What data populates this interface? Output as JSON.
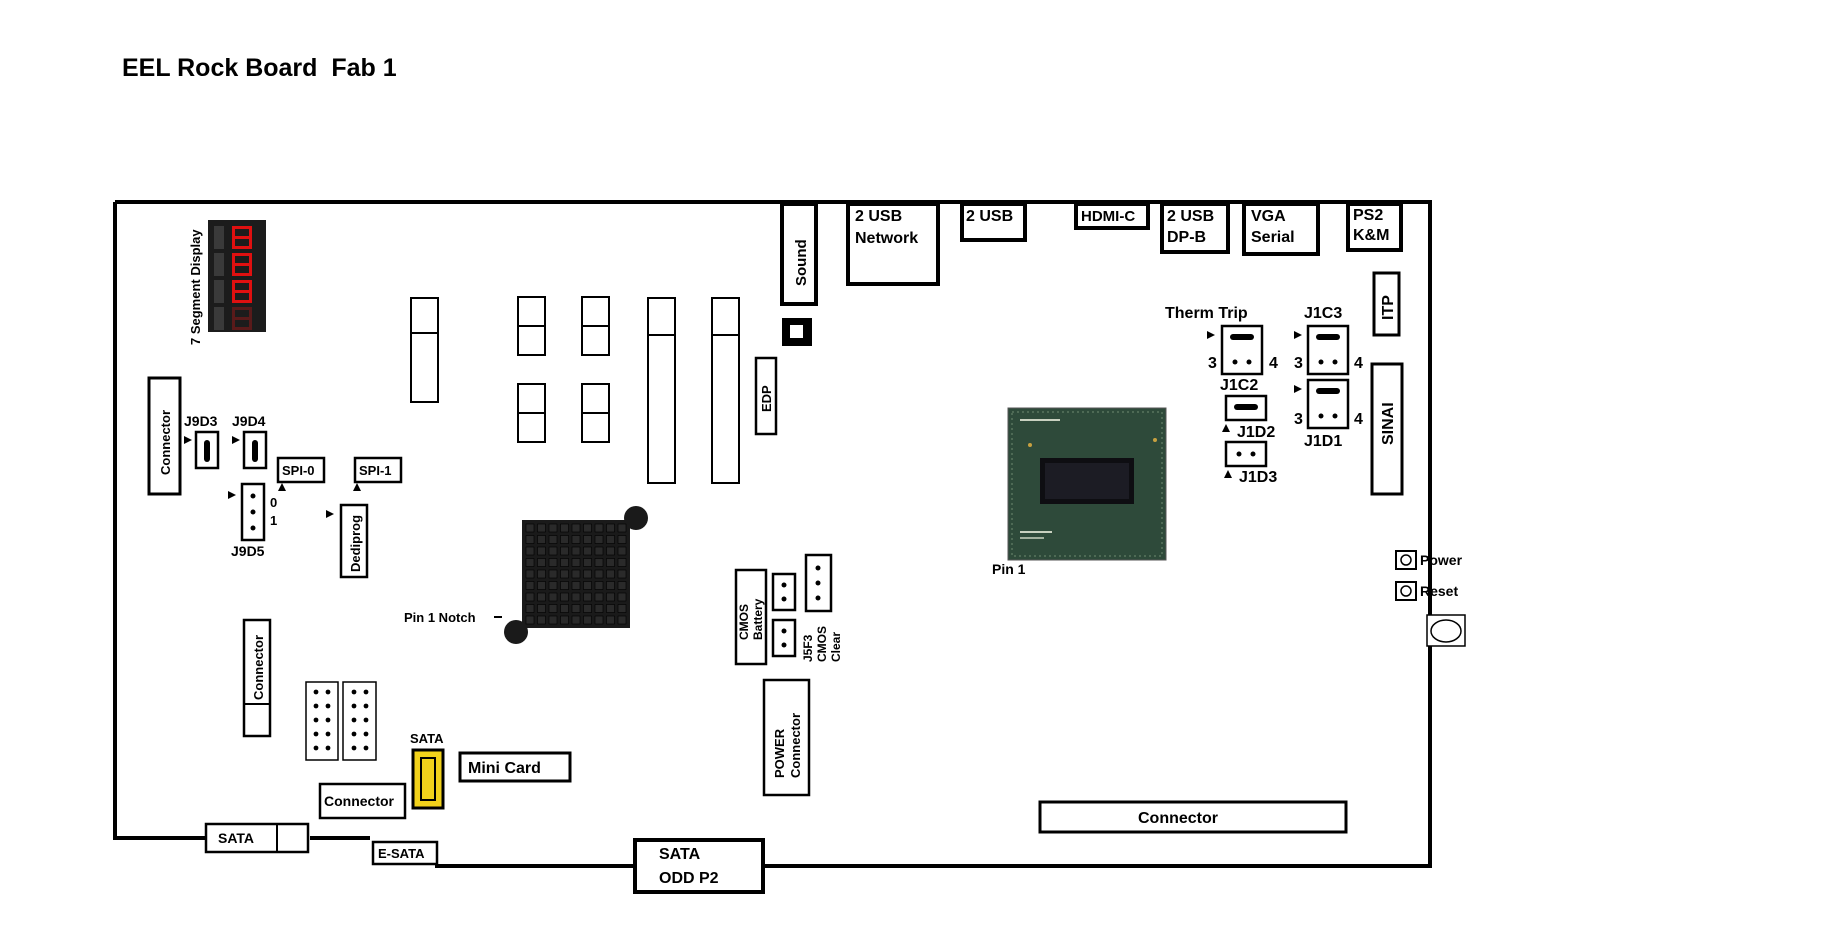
{
  "title": "EEL Rock Board  Fab 1",
  "labels": {
    "seven_segment": "7 Segment Display",
    "sound": "Sound",
    "usb_network_1": "2 USB",
    "usb_network_2": "Network",
    "usb_2": "2 USB",
    "hdmi_c": "HDMI-C",
    "usb_dp_1": "2 USB",
    "usb_dp_2": "DP-B",
    "vga_1": "VGA",
    "vga_2": "Serial",
    "ps2_1": "PS2",
    "ps2_2": "K&M",
    "itp": "ITP",
    "sinai": "SINAI",
    "therm_trip": "Therm Trip",
    "j1c3": "J1C3",
    "j1c2": "J1C2",
    "j1d2": "J1D2",
    "j1d3": "J1D3",
    "j1d1": "J1D1",
    "pin3": "3",
    "pin4": "4",
    "power": "Power",
    "reset": "Reset",
    "edp": "EDP",
    "connector": "Connector",
    "j9d3": "J9D3",
    "j9d4": "J9D4",
    "j9d5": "J9D5",
    "spi0": "SPI-0",
    "spi1": "SPI-1",
    "dediprog": "Dediprog",
    "zero": "0",
    "one": "1",
    "pin1_notch": "Pin 1 Notch",
    "pin1": "Pin 1",
    "cmos_battery_1": "CMOS",
    "cmos_battery_2": "Battery",
    "j5f3": "J5F3",
    "cmos_clear_1": "CMOS",
    "cmos_clear_2": "Clear",
    "power_connector_1": "POWER",
    "power_connector_2": "Connector",
    "sata": "SATA",
    "mini_card": "Mini Card",
    "esata": "E-SATA",
    "sata_odd_1": "SATA",
    "sata_odd_2": "ODD P2"
  },
  "colors": {
    "outline": "#000000",
    "segment_off": "#2a2a2a",
    "segment_on": "#e01010",
    "sata_yellow": "#f2d21b",
    "heatsink": "#1a1a1a",
    "cpu_pcb": "#2e4a3a",
    "cpu_die": "#0e0e12"
  }
}
